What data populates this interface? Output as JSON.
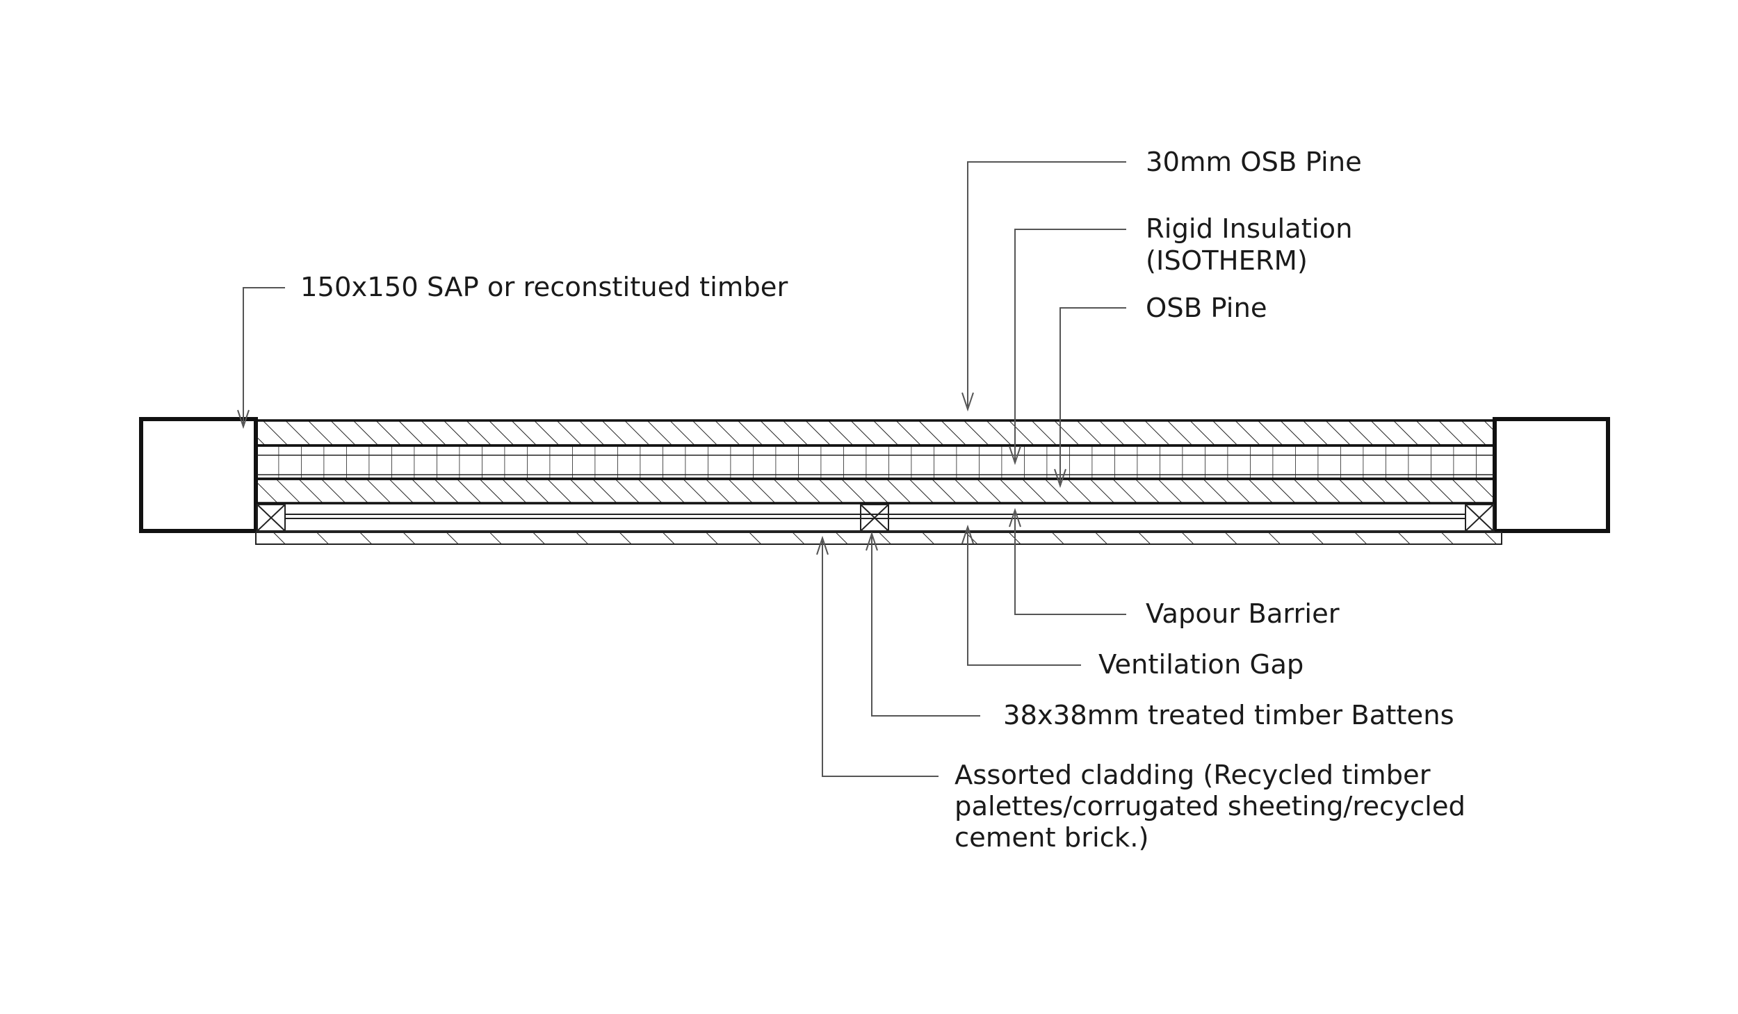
{
  "labels": {
    "osb_30": "30mm OSB Pine",
    "rigid_insulation_1": "Rigid Insulation",
    "rigid_insulation_2": "(ISOTHERM)",
    "osb_pine": "OSB Pine",
    "post": "150x150 SAP or reconstitued timber",
    "vapour_barrier": "Vapour Barrier",
    "ventilation_gap": "Ventilation Gap",
    "battens": "38x38mm treated timber Battens",
    "cladding_1": "Assorted cladding (Recycled timber",
    "cladding_2": "palettes/corrugated sheeting/recycled",
    "cladding_3": "cement brick.)"
  },
  "colors": {
    "line": "#111111",
    "leader": "#555555",
    "background": "#ffffff"
  }
}
